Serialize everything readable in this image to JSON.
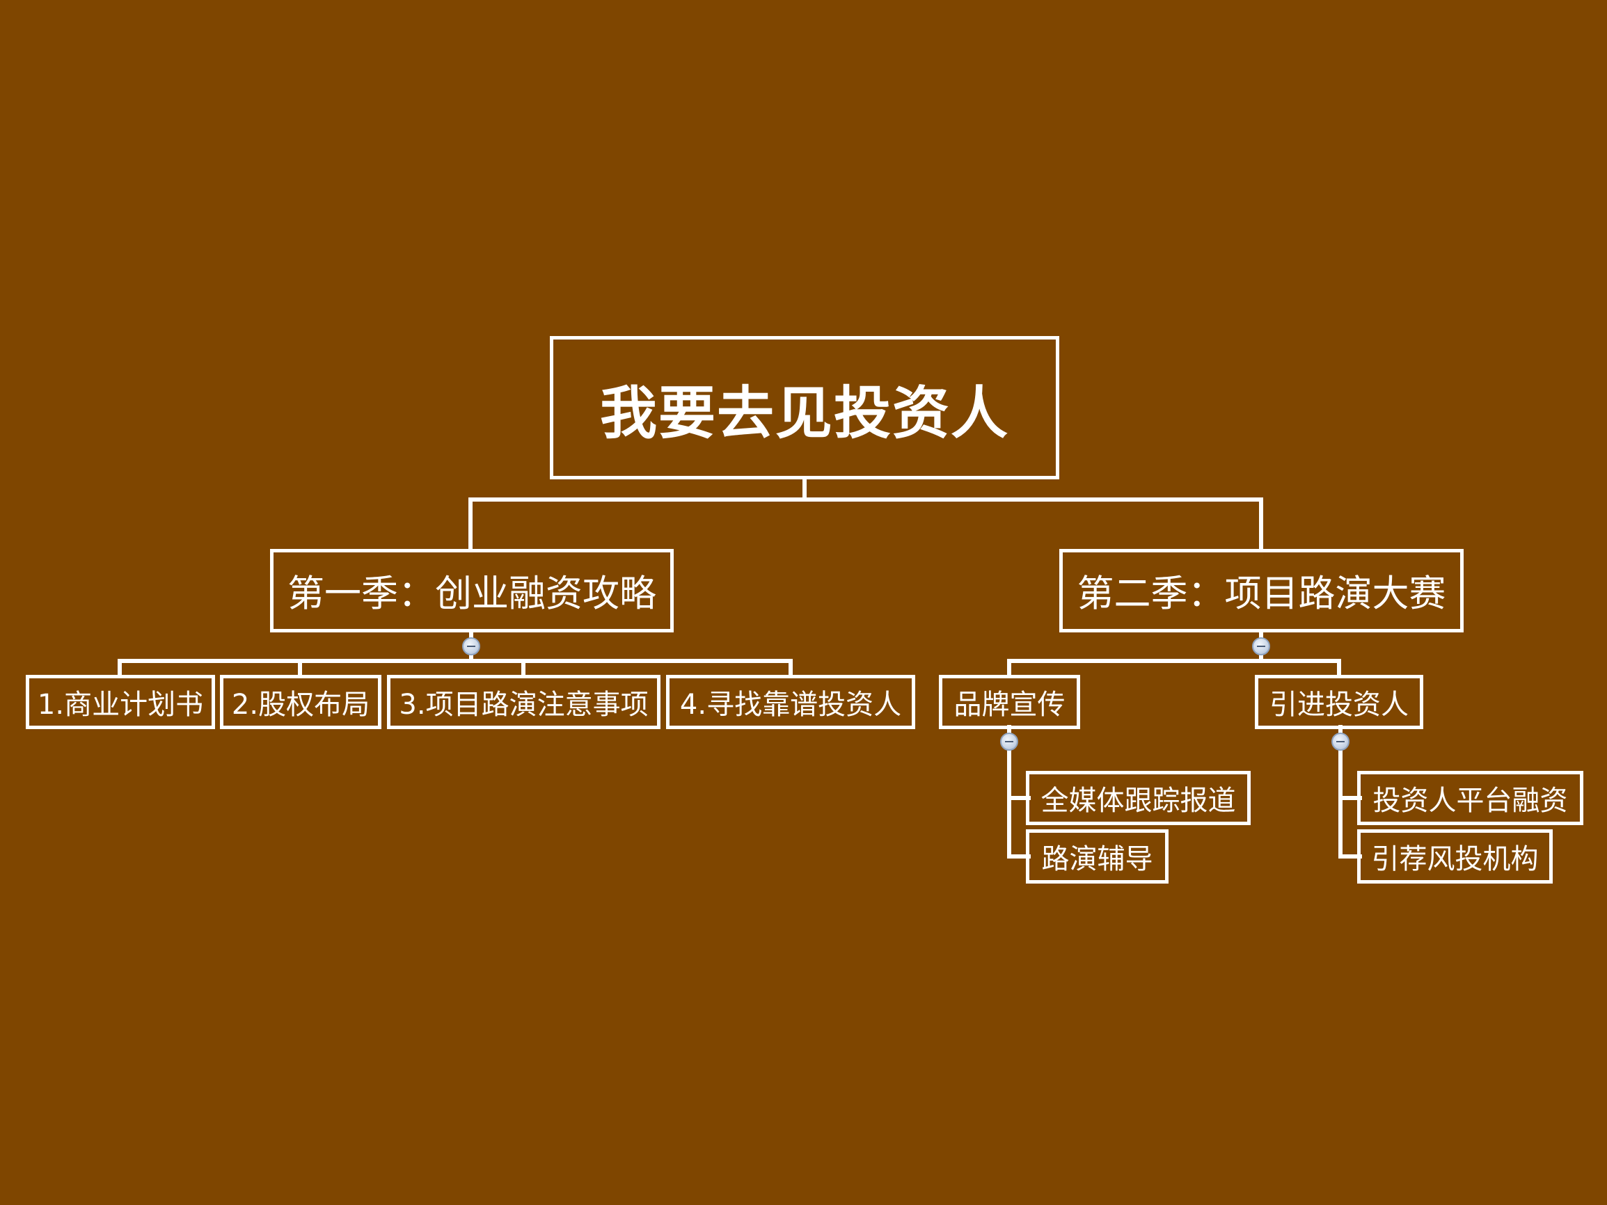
{
  "root": {
    "label": "我要去见投资人"
  },
  "branches": [
    {
      "label": "第一季：创业融资攻略",
      "children": [
        {
          "label": "1.商业计划书"
        },
        {
          "label": "2.股权布局"
        },
        {
          "label": "3.项目路演注意事项"
        },
        {
          "label": "4.寻找靠谱投资人"
        }
      ]
    },
    {
      "label": "第二季：项目路演大赛",
      "children": [
        {
          "label": "品牌宣传",
          "children": [
            {
              "label": "全媒体跟踪报道"
            },
            {
              "label": "路演辅导"
            }
          ]
        },
        {
          "label": "引进投资人",
          "children": [
            {
              "label": "投资人平台融资"
            },
            {
              "label": "引荐风投机构"
            }
          ]
        }
      ]
    }
  ],
  "colors": {
    "background": "#7F4600",
    "node_border": "#FFFFFF",
    "text": "#FFFFFF",
    "connector": "#FFFFFF",
    "toggle": "#C9D5E6"
  },
  "icons": {
    "collapse_toggle": "minus-circle-icon"
  }
}
